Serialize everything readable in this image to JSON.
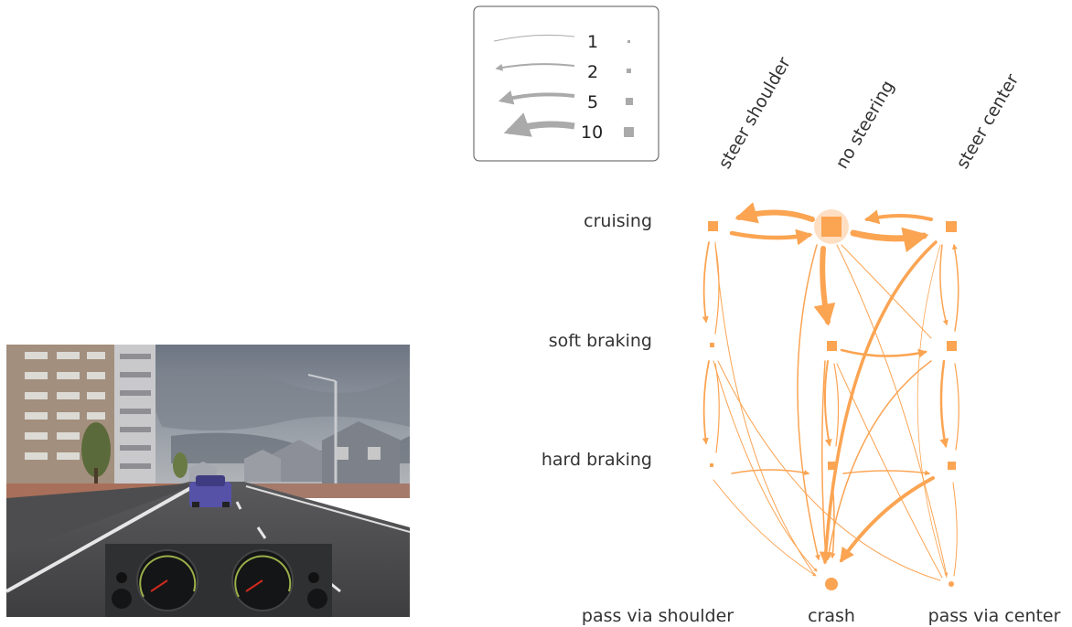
{
  "colors": {
    "accent": "#fba452",
    "legend_gray": "#aaaaaa",
    "label_text": "#333333"
  },
  "legend": {
    "items": [
      {
        "label": "1"
      },
      {
        "label": "2"
      },
      {
        "label": "5"
      },
      {
        "label": "10"
      }
    ]
  },
  "columns": [
    {
      "id": "shoulder",
      "label": "steer shoulder"
    },
    {
      "id": "none",
      "label": "no steering"
    },
    {
      "id": "center",
      "label": "steer center"
    }
  ],
  "rows": [
    {
      "id": "cruising",
      "label": "cruising"
    },
    {
      "id": "soft",
      "label": "soft braking"
    },
    {
      "id": "hard",
      "label": "hard braking"
    }
  ],
  "outcomes": [
    {
      "id": "pass_shoulder",
      "label": "pass via shoulder"
    },
    {
      "id": "crash",
      "label": "crash"
    },
    {
      "id": "pass_center",
      "label": "pass via center"
    }
  ],
  "scene": {
    "image_description": "driving simulator first-person view: city street with apartment buildings, blue car ahead, dashboard with speedometer and tachometer"
  }
}
